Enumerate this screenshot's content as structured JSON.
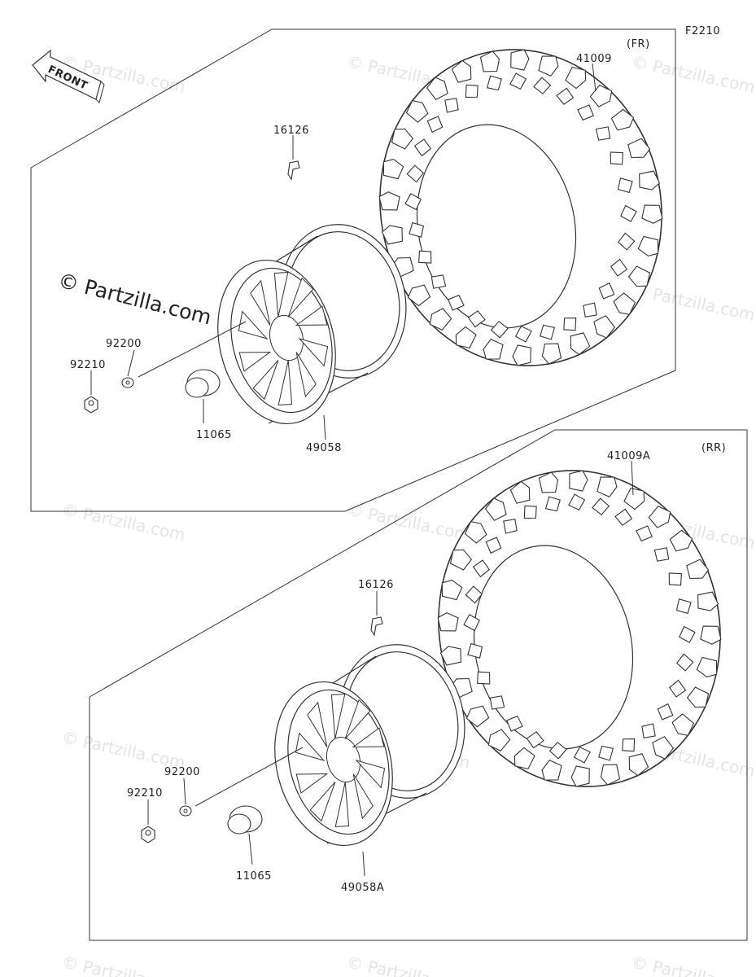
{
  "figure_code": "F2210",
  "front_arrow_label": "FRONT",
  "watermark_main": "© Partzilla.com",
  "watermark_repeat": "© Partzilla.com",
  "groups": [
    {
      "position_label": "(FR)",
      "parts": {
        "tire": "41009",
        "valve": "16126",
        "washer": "92200",
        "nut": "92210",
        "cap": "11065",
        "wheel": "49058"
      }
    },
    {
      "position_label": "(RR)",
      "parts": {
        "tire": "41009A",
        "valve": "16126",
        "washer": "92200",
        "nut": "92210",
        "cap": "11065",
        "wheel": "49058A"
      }
    }
  ]
}
